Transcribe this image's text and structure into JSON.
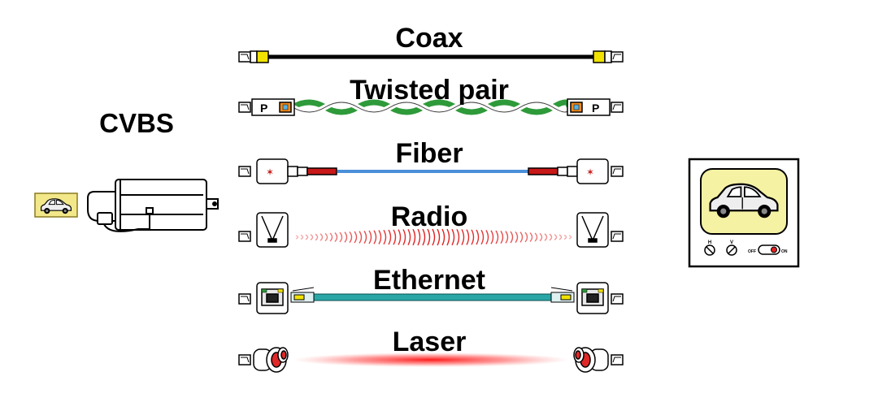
{
  "source_label": "CVBS",
  "links": [
    {
      "id": "coax",
      "label": "Coax"
    },
    {
      "id": "twisted-pair",
      "label": "Twisted pair",
      "adapter_letter": "P"
    },
    {
      "id": "fiber",
      "label": "Fiber"
    },
    {
      "id": "radio",
      "label": "Radio"
    },
    {
      "id": "ethernet",
      "label": "Ethernet"
    },
    {
      "id": "laser",
      "label": "Laser"
    }
  ],
  "monitor": {
    "knob_h": "H",
    "knob_v": "V",
    "switch_off": "OFF",
    "switch_on": "ON"
  },
  "colors": {
    "coax_connector": "#f2e200",
    "twisted_green": "#2e9a3a",
    "twisted_orange": "#f08a1c",
    "fiber_blue": "#4a8fd8",
    "fiber_red": "#c81818",
    "radio_red": "#e02020",
    "ethernet_teal": "#2aa6a6",
    "laser_red": "#ff2020",
    "screen_yellow": "#f6f2a4",
    "car_badge": "#f2e88a"
  }
}
